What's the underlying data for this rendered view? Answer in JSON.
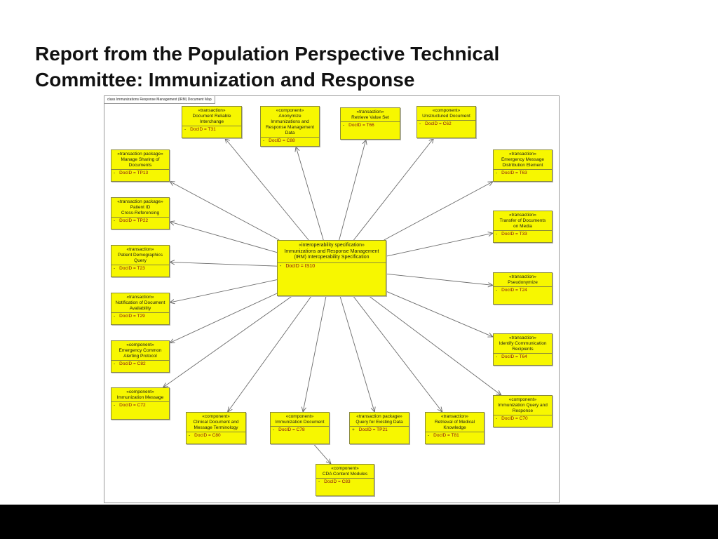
{
  "slide": {
    "title_lines": [
      "Report from the Population Perspective Technical",
      "Committee: Immunization and Response"
    ]
  },
  "diagram": {
    "frame_label": "class Immunizations Response Management (IRM) Document Map",
    "central": {
      "stereotype": "«interoperability specification»",
      "name_lines": [
        "Immunizations and Response Management",
        "(IRM) Interoperability Specification"
      ],
      "visibility": "-",
      "attribute": "DocID = IS10"
    },
    "nodes": [
      {
        "id": "t31",
        "stereotype": "«transaction»",
        "name_lines": [
          "Document Reliable",
          "Interchange"
        ],
        "visibility": "-",
        "attribute": "DocID = T31"
      },
      {
        "id": "c88",
        "stereotype": "«component»",
        "name_lines": [
          "Anonymize",
          "Immunizations and",
          "Response Management",
          "Data"
        ],
        "visibility": "-",
        "attribute": "DocID = C88"
      },
      {
        "id": "t66",
        "stereotype": "«transaction»",
        "name_lines": [
          "Retrieve Value Set"
        ],
        "visibility": "-",
        "attribute": "DocID = T66"
      },
      {
        "id": "c62",
        "stereotype": "«component»",
        "name_lines": [
          "Unstructured Document"
        ],
        "visibility": "-",
        "attribute": "DocID = C62"
      },
      {
        "id": "tp13",
        "stereotype": "«transaction package»",
        "name_lines": [
          "Manage Sharing of",
          "Documents"
        ],
        "visibility": "-",
        "attribute": "DocID = TP13"
      },
      {
        "id": "t63",
        "stereotype": "«transaction»",
        "name_lines": [
          "Emergency Message",
          "Distribution Element"
        ],
        "visibility": "-",
        "attribute": "DocID = T63"
      },
      {
        "id": "tp22",
        "stereotype": "«transaction package»",
        "name_lines": [
          "Patient ID",
          "Cross-Referencing"
        ],
        "visibility": "-",
        "attribute": "DocID = TP22"
      },
      {
        "id": "t33",
        "stereotype": "«transaction»",
        "name_lines": [
          "Transfer of Documents",
          "on Media"
        ],
        "visibility": "-",
        "attribute": "DocID = T33"
      },
      {
        "id": "t23",
        "stereotype": "«transaction»",
        "name_lines": [
          "Patient Demographics",
          "Query"
        ],
        "visibility": "-",
        "attribute": "DocID = T23"
      },
      {
        "id": "t24",
        "stereotype": "«transaction»",
        "name_lines": [
          "Pseudonymize"
        ],
        "visibility": "-",
        "attribute": "DocID = T24"
      },
      {
        "id": "t29",
        "stereotype": "«transaction»",
        "name_lines": [
          "Notification of Document",
          "Availability"
        ],
        "visibility": "-",
        "attribute": "DocID = T29"
      },
      {
        "id": "c82",
        "stereotype": "«component»",
        "name_lines": [
          "Emergency Common",
          "Alerting Protocol"
        ],
        "visibility": "-",
        "attribute": "DocID = C82"
      },
      {
        "id": "t64",
        "stereotype": "«transaction»",
        "name_lines": [
          "Identify Communication",
          "Recipients"
        ],
        "visibility": "-",
        "attribute": "DocID = T64"
      },
      {
        "id": "c72",
        "stereotype": "«component»",
        "name_lines": [
          "Immunization Message"
        ],
        "visibility": "-",
        "attribute": "DocID = C72"
      },
      {
        "id": "c70",
        "stereotype": "«component»",
        "name_lines": [
          "Immunization Query and",
          "Response"
        ],
        "visibility": "-",
        "attribute": "DocID = C70"
      },
      {
        "id": "c80",
        "stereotype": "«component»",
        "name_lines": [
          "Clinical Document and",
          "Message Terminology"
        ],
        "visibility": "-",
        "attribute": "DocID = C80"
      },
      {
        "id": "c78",
        "stereotype": "«component»",
        "name_lines": [
          "Immunization Document"
        ],
        "visibility": "-",
        "attribute": "DocID = C78"
      },
      {
        "id": "tp21",
        "stereotype": "«transaction package»",
        "name_lines": [
          "Query for Existing Data"
        ],
        "visibility": "+",
        "attribute": "DocID = TP21"
      },
      {
        "id": "t81",
        "stereotype": "«transaction»",
        "name_lines": [
          "Retrieval of Medical",
          "Knowledge"
        ],
        "visibility": "-",
        "attribute": "DocID = T81"
      },
      {
        "id": "c83",
        "stereotype": "«component»",
        "name_lines": [
          "CDA Content Modules"
        ],
        "visibility": "-",
        "attribute": "DocID = C83"
      }
    ],
    "edges": [
      {
        "from": "central",
        "to": "t31"
      },
      {
        "from": "central",
        "to": "c88"
      },
      {
        "from": "central",
        "to": "t66"
      },
      {
        "from": "central",
        "to": "c62"
      },
      {
        "from": "central",
        "to": "tp13"
      },
      {
        "from": "central",
        "to": "t63"
      },
      {
        "from": "central",
        "to": "tp22"
      },
      {
        "from": "central",
        "to": "t33"
      },
      {
        "from": "central",
        "to": "t23"
      },
      {
        "from": "central",
        "to": "t24"
      },
      {
        "from": "central",
        "to": "t29"
      },
      {
        "from": "central",
        "to": "c82"
      },
      {
        "from": "central",
        "to": "t64"
      },
      {
        "from": "central",
        "to": "c72"
      },
      {
        "from": "central",
        "to": "c70"
      },
      {
        "from": "central",
        "to": "c80"
      },
      {
        "from": "central",
        "to": "c78"
      },
      {
        "from": "central",
        "to": "tp21"
      },
      {
        "from": "central",
        "to": "t81"
      },
      {
        "from": "c78",
        "to": "c83"
      }
    ]
  }
}
